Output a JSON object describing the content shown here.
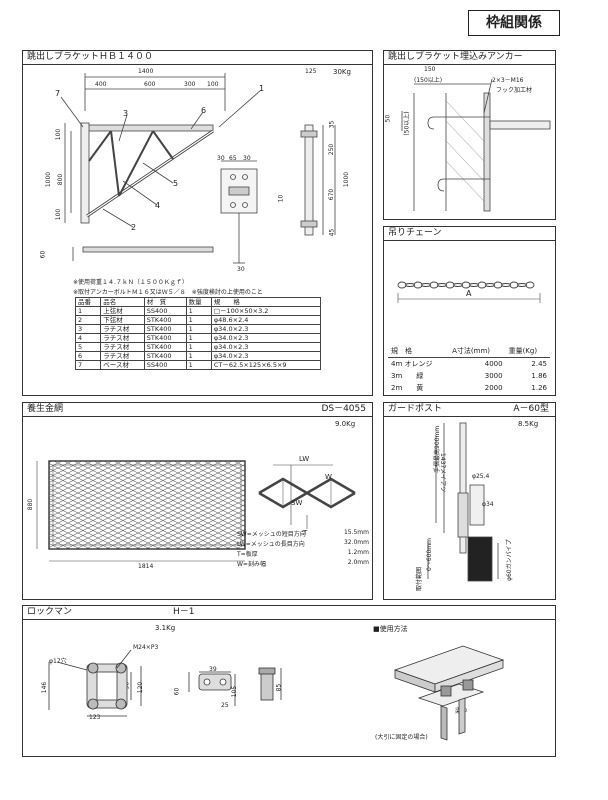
{
  "header": {
    "title": "枠組関係"
  },
  "bracket": {
    "title": "跳出しブラケットＨＢ１４００",
    "weight": "30Kg",
    "dims": {
      "total": "1400",
      "d400": "400",
      "d600": "600",
      "d300": "300",
      "d100": "100",
      "d125": "125",
      "d1000": "1000",
      "d800": "800",
      "h100a": "100",
      "h100b": "100",
      "d35": "35",
      "d250": "250",
      "d670": "670",
      "d1000b": "1000",
      "d45": "45",
      "d30a": "30",
      "d65": "65",
      "d30b": "30",
      "d10": "10",
      "d30c": "30",
      "d60": "60"
    },
    "callouts": [
      "1",
      "2",
      "3",
      "4",
      "5",
      "6",
      "7"
    ],
    "notes": [
      "※使用荷重１４.７ｋＮ（１５００Ｋｇｆ）",
      "※取付アンカーボルトＭ１６又はＷ５／８　※強度検討の上使用のこと"
    ],
    "parts_header": [
      "品番",
      "品名",
      "材　質",
      "数量",
      "規　　格"
    ],
    "parts": [
      [
        "1",
        "上弦材",
        "SS400",
        "1",
        "□－100×50×3.2"
      ],
      [
        "2",
        "下弦材",
        "STK400",
        "1",
        "φ48.6×2.4"
      ],
      [
        "3",
        "ラチス材",
        "STK400",
        "1",
        "φ34.0×2.3"
      ],
      [
        "4",
        "ラチス材",
        "STK400",
        "1",
        "φ34.0×2.3"
      ],
      [
        "5",
        "ラチス材",
        "STK400",
        "1",
        "φ34.0×2.3"
      ],
      [
        "6",
        "ラチス材",
        "STK400",
        "1",
        "φ34.0×2.3"
      ],
      [
        "7",
        "ベース材",
        "SS400",
        "1",
        "CT－62.5×125×6.5×9"
      ]
    ]
  },
  "anchor": {
    "title": "跳出しブラケット埋込みアンカー",
    "label_150": "150",
    "label_150min": "(150以上)",
    "label_bolt": "2×3－M16",
    "label_hook": "フック加工材",
    "label_50": "50",
    "label_50min": "(50以上)"
  },
  "chain": {
    "title": "吊りチェーン",
    "label_a": "A",
    "table_header": [
      "規　格",
      "A寸法(mm)",
      "重量(Kg)"
    ],
    "rows": [
      [
        "4m オレンジ",
        "4000",
        "2.45"
      ],
      [
        "3m　　緑",
        "3000",
        "1.86"
      ],
      [
        "2m　　黄",
        "2000",
        "1.26"
      ]
    ]
  },
  "mesh": {
    "title": "養生金網",
    "model": "DS－4055",
    "weight": "9.0Kg",
    "width": "1814",
    "height": "880",
    "lw": "LW",
    "sw": "SW",
    "w": "W",
    "t": "T",
    "specs": [
      [
        "SW=メッシュの短目方向",
        "15.5mm"
      ],
      [
        "LW=メッシュの長目方向",
        "32.0mm"
      ],
      [
        "T=板厚",
        "1.2mm"
      ],
      [
        "W=刻み幅",
        "2.0mm"
      ]
    ]
  },
  "guard": {
    "title": "ガードポスト",
    "model": "A－60型",
    "weight": "8.5Kg",
    "labels": [
      "1437メイアツ",
      "手摺最高900mm",
      "φ25.4",
      "φ34",
      "0～600mm",
      "φ60ガンパイプ",
      "取付範囲"
    ]
  },
  "lockman": {
    "title": "ロックマン",
    "model": "H－1",
    "weight": "3.1Kg",
    "usage": "■使用方法",
    "labels": {
      "phi": "φ17穴",
      "m24": "M24×P3",
      "d146": "146",
      "d50": "50",
      "d120": "120",
      "d123": "123",
      "d39": "39",
      "d60": "60",
      "d25": "25",
      "d105": "105",
      "d85": "85",
      "beam": "梁主",
      "note": "(大引に固定の場合)",
      "side": "梁中"
    }
  }
}
